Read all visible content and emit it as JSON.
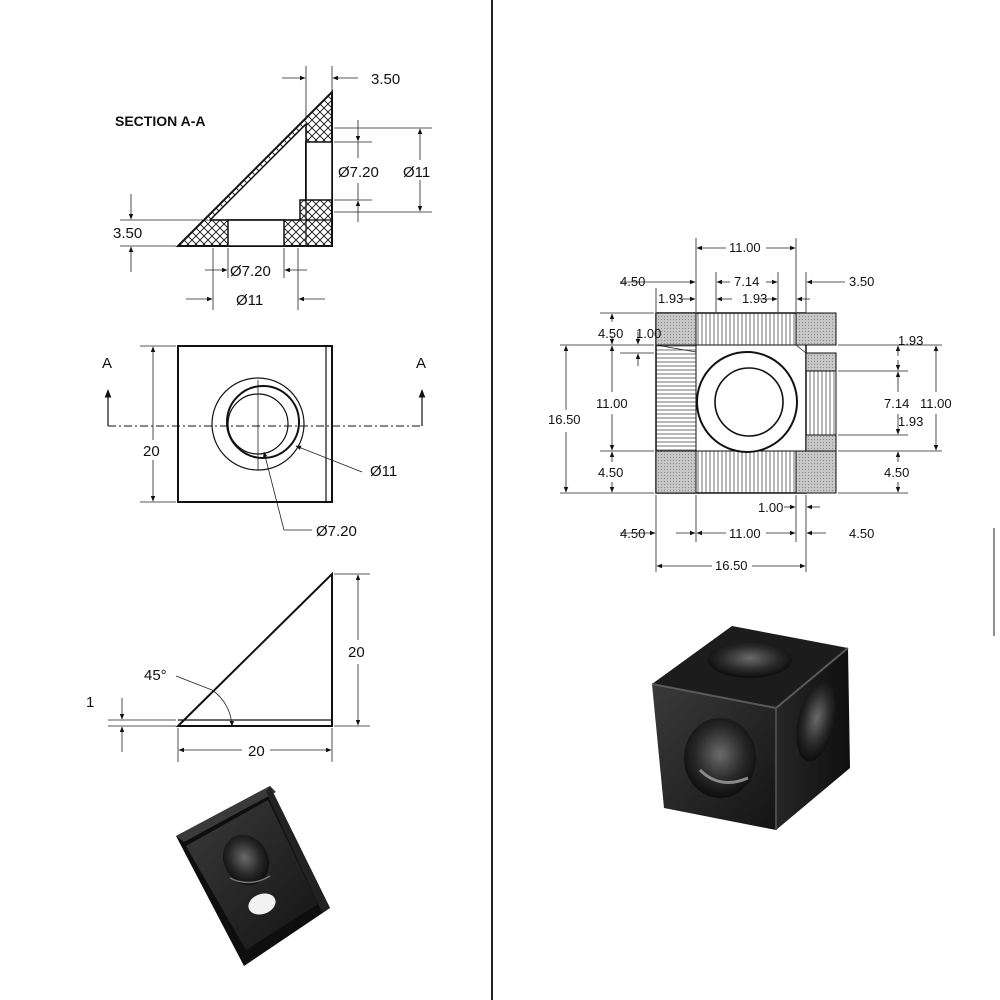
{
  "left_panel": {
    "section_view": {
      "title": "SECTION A-A",
      "dims": {
        "wall_top": "3.50",
        "bore_small_vert": "Ø7.20",
        "bore_large_vert": "Ø11",
        "wall_left": "3.50",
        "bore_small_horiz": "Ø7.20",
        "bore_large_horiz": "Ø11"
      }
    },
    "front_view": {
      "section_mark_left": "A",
      "section_mark_right": "A",
      "height": "20",
      "outer_diameter": "Ø11",
      "inner_diameter": "Ø7.20"
    },
    "side_view": {
      "angle": "45°",
      "base_thickness": "1",
      "height": "20",
      "width": "20"
    },
    "photo_label": "black angle bracket photo"
  },
  "right_panel": {
    "top_view": {
      "dims": {
        "top_width": "11.00",
        "top_left_offset": "4.50",
        "top_inner": "7.14",
        "top_right_offset": "3.50",
        "top_chamfer_left": "1.93",
        "top_chamfer_right": "1.93",
        "left_upper": "4.50",
        "left_step": "1.00",
        "left_total": "16.50",
        "left_middle": "11.00",
        "left_lower": "4.50",
        "right_chamfer_top": "1.93",
        "right_inner": "7.14",
        "right_middle": "11.00",
        "right_chamfer_bottom": "1.93",
        "right_lower": "4.50",
        "bottom_step": "1.00",
        "bottom_left": "4.50",
        "bottom_middle": "11.00",
        "bottom_right": "4.50",
        "bottom_total": "16.50"
      }
    },
    "photo_label": "black cube connector photo"
  },
  "colors": {
    "ink": "#111111",
    "hatch_fill": "#bdbdbd",
    "metal_dark": "#1a1a1a",
    "metal_mid": "#2e2e2e",
    "metal_light": "#4a4a4a"
  }
}
